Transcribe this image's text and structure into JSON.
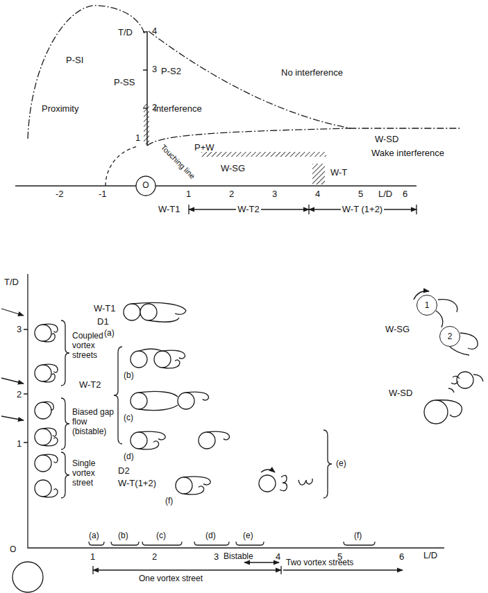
{
  "diagram": {
    "nodes": [
      {
        "text": [
          "1"
        ]
      },
      {
        "text": [
          "2"
        ]
      }
    ],
    "labels": [
      "T/D",
      "4",
      "3",
      "2",
      "1",
      "P-SI",
      "P-SS",
      "P-S2",
      "Proximity",
      "interference",
      "No interference",
      "P+W",
      "W-SD",
      "Wake interference",
      "W-SG",
      "W-T",
      "Touching line",
      "O",
      "-2",
      "-1",
      "1",
      "2",
      "3",
      "4",
      "5",
      "L/D",
      "6",
      "W-T1",
      "W-T2",
      "W-T (1+2)",
      "T/D",
      "3",
      "2",
      "1",
      "Coupled vortex streets",
      "Biased gap flow (bistable)",
      "Single vortex street",
      "W-T1",
      "D1",
      "(a)",
      "W-SG",
      "W-SD",
      "W-T2",
      "(b)",
      "(c)",
      "(d)",
      "D2",
      "W-T(1+2)",
      "(f)",
      "(e)",
      "O",
      "(a)",
      "(b)",
      "(c)",
      "(d)",
      "(e)",
      "(f)",
      "1",
      "2",
      "3",
      "Bistable",
      "4",
      "5",
      "6",
      "L/D",
      "Two vortex streets",
      "One vortex street"
    ]
  }
}
